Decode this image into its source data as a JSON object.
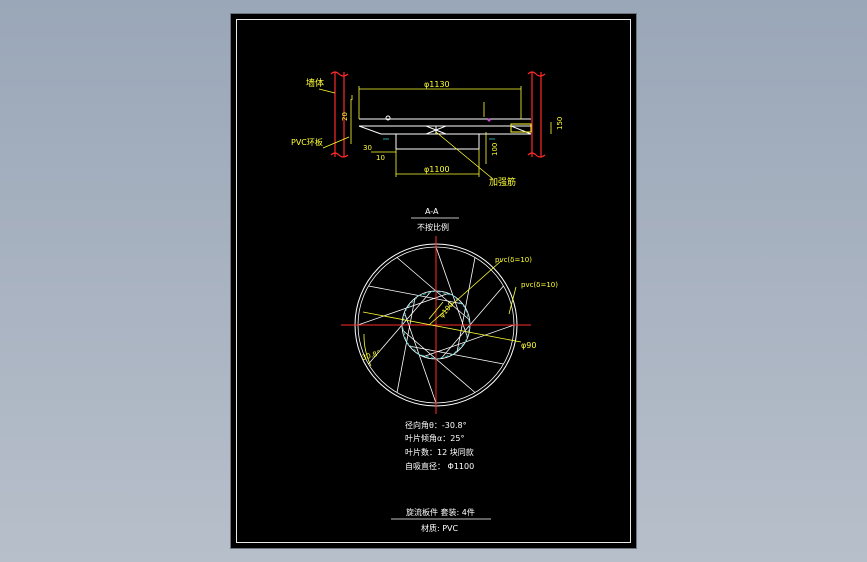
{
  "section_view": {
    "label_wall": "墙体",
    "label_pvc_board": "PVC环板",
    "label_rib": "加强筋",
    "dim_top_diameter": "φ1130",
    "dim_bottom_diameter": "φ1100",
    "dim_20": "20",
    "dim_10": "10",
    "dim_30": "30",
    "dim_100": "100",
    "dim_150": "150"
  },
  "plan_view": {
    "section_mark": "A-A",
    "scale_note": "不按比例",
    "label_pvc_top": "pvc(δ=10)",
    "label_pvc_right": "pvc(δ=10)",
    "dim_inner": "φ100",
    "dim_outer": "φ90",
    "angle_label": "30.8°"
  },
  "notes": {
    "line1": "径向角θ：-30.8°",
    "line2": "叶片倾角α：25°",
    "line3": "叶片数：12  块同款",
    "line4": "自吸直径：  Φ1100"
  },
  "title_block": {
    "name": "旋流板件 套装: 4件",
    "material": "材质: PVC"
  },
  "colors": {
    "yellow": "#ffff33",
    "white": "#ffffff",
    "red": "#ff2a2a",
    "cyan": "#33c8c8",
    "magenta": "#e040e0"
  }
}
